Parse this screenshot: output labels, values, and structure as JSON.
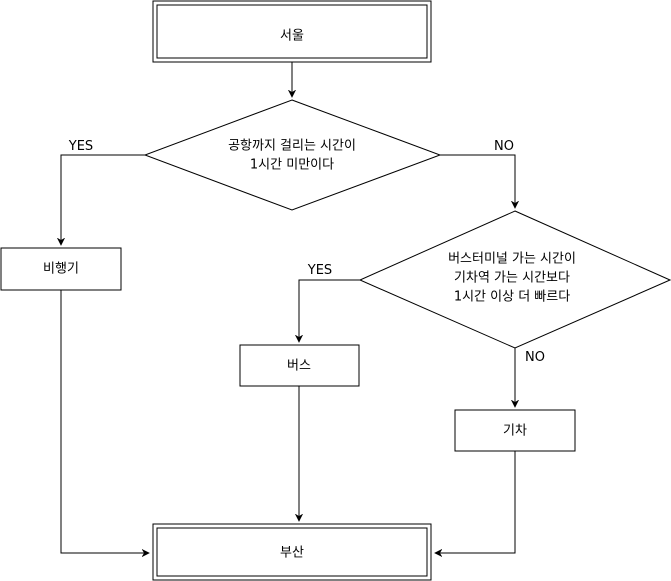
{
  "nodes": {
    "start": {
      "label": "서울"
    },
    "decision_airport": {
      "lines": [
        "공항까지 걸리는 시간이",
        "1시간 미만이다"
      ]
    },
    "decision_bus": {
      "lines": [
        "버스터미널 가는 시간이",
        "기차역 가는 시간보다",
        "1시간 이상 더 빠르다"
      ]
    },
    "airplane": {
      "label": "비행기"
    },
    "bus": {
      "label": "버스"
    },
    "train": {
      "label": "기차"
    },
    "end": {
      "label": "부산"
    }
  },
  "edges": {
    "airport_yes": "YES",
    "airport_no": "NO",
    "bus_yes": "YES",
    "bus_no": "NO"
  }
}
